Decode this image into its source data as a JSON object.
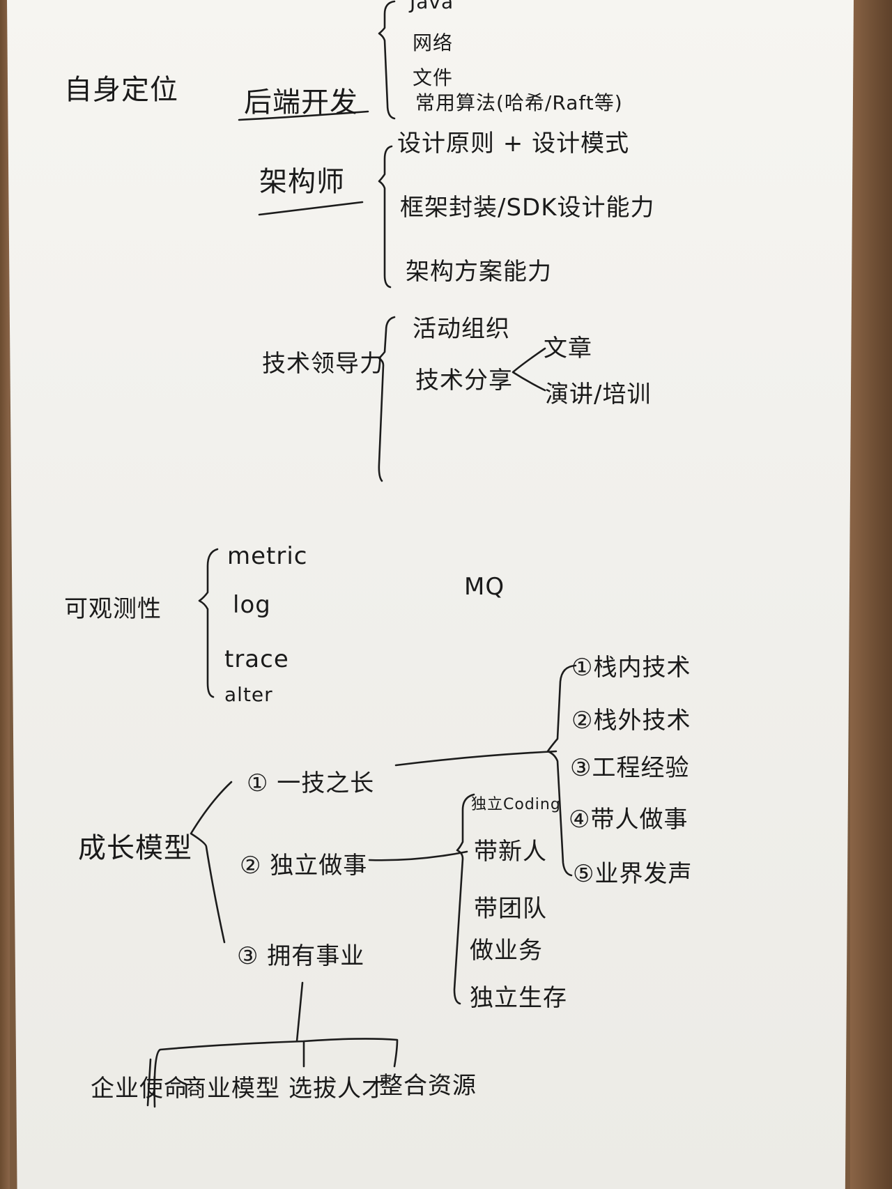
{
  "positioning": {
    "title": "自身定位",
    "backend": {
      "label": "后端开发",
      "items": [
        "Java",
        "网络",
        "文件",
        "常用算法(哈希/Raft等)"
      ]
    },
    "architect": {
      "label": "架构师",
      "items": [
        "设计原则 + 设计模式",
        "框架封装/SDK设计能力",
        "架构方案能力"
      ]
    },
    "leadership": {
      "label": "技术领导力",
      "items": [
        "活动组织",
        "技术分享"
      ],
      "sharing_items": [
        "文章",
        "演讲/培训"
      ]
    }
  },
  "observability": {
    "label": "可观测性",
    "items": [
      "metric",
      "log",
      "trace",
      "alter"
    ]
  },
  "mq_label": "MQ",
  "growth_model": {
    "label": "成长模型",
    "stages": [
      "① 一技之长",
      "② 独立做事",
      "③ 拥有事业"
    ],
    "skill_items": [
      "①栈内技术",
      "②栈外技术",
      "③工程经验",
      "④带人做事",
      "⑤业界发声"
    ],
    "independent_items": [
      "独立Coding",
      "带新人",
      "带团队",
      "做业务",
      "独立生存"
    ],
    "career_items": [
      "企业使命",
      "商业模型",
      "选拔人才",
      "整合资源"
    ]
  }
}
